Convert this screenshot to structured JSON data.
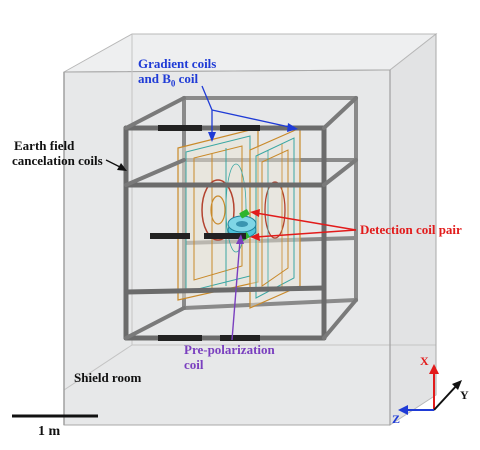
{
  "labels": {
    "gradient_line1": "Gradient coils",
    "gradient_line2_prefix": "and B",
    "gradient_line2_sub": "0",
    "gradient_line2_suffix": " coil",
    "earth_line1": "Earth field",
    "earth_line2": "cancelation coils",
    "detection": "Detection coil pair",
    "prepol_line1": "Pre-polarization",
    "prepol_line2": "coil",
    "shield": "Shield room",
    "scale": "1 m"
  },
  "axes": {
    "x": "X",
    "y": "Y",
    "z": "Z"
  },
  "colors": {
    "blue": "#1f3bd6",
    "red": "#e21b1b",
    "purple": "#7a3fbf",
    "frame": "#6b6b6b",
    "coil_orange": "#c98a2b",
    "coil_cyan": "#3aa7a3",
    "prepol_cyan": "#4fc3d9",
    "detection_green": "#2db52d"
  }
}
